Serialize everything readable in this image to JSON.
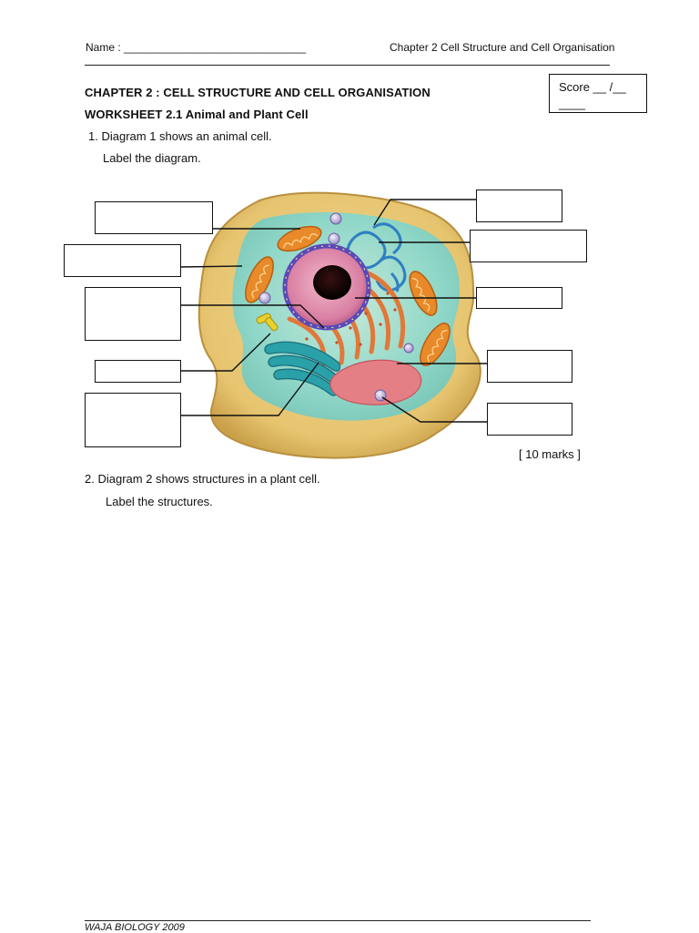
{
  "header": {
    "name_label": "Name : ______________________________",
    "chapter_ref": "Chapter 2 Cell Structure and Cell Organisation"
  },
  "score": {
    "line1": "Score __ /__",
    "line2": "____"
  },
  "title": {
    "chapter": "CHAPTER 2 :  CELL STRUCTURE AND CELL ORGANISATION",
    "worksheet": "WORKSHEET 2.1   Animal and Plant Cell"
  },
  "question1": {
    "line1": "1. Diagram 1 shows  an  animal cell.",
    "line2": "Label the diagram.",
    "marks": "[ 10 marks ]",
    "label_boxes": [
      {
        "side": "left",
        "value": ""
      },
      {
        "side": "left",
        "value": ""
      },
      {
        "side": "left",
        "value": ""
      },
      {
        "side": "left",
        "value": ""
      },
      {
        "side": "left",
        "value": ""
      },
      {
        "side": "right",
        "value": ""
      },
      {
        "side": "right",
        "value": ""
      },
      {
        "side": "right",
        "value": ""
      },
      {
        "side": "right",
        "value": ""
      },
      {
        "side": "right",
        "value": ""
      }
    ]
  },
  "question2": {
    "line1": "2.   Diagram 2 shows  structures in a  plant cell.",
    "line2": "Label the  structures."
  },
  "footer": {
    "text": "WAJA BIOLOGY 2009"
  }
}
